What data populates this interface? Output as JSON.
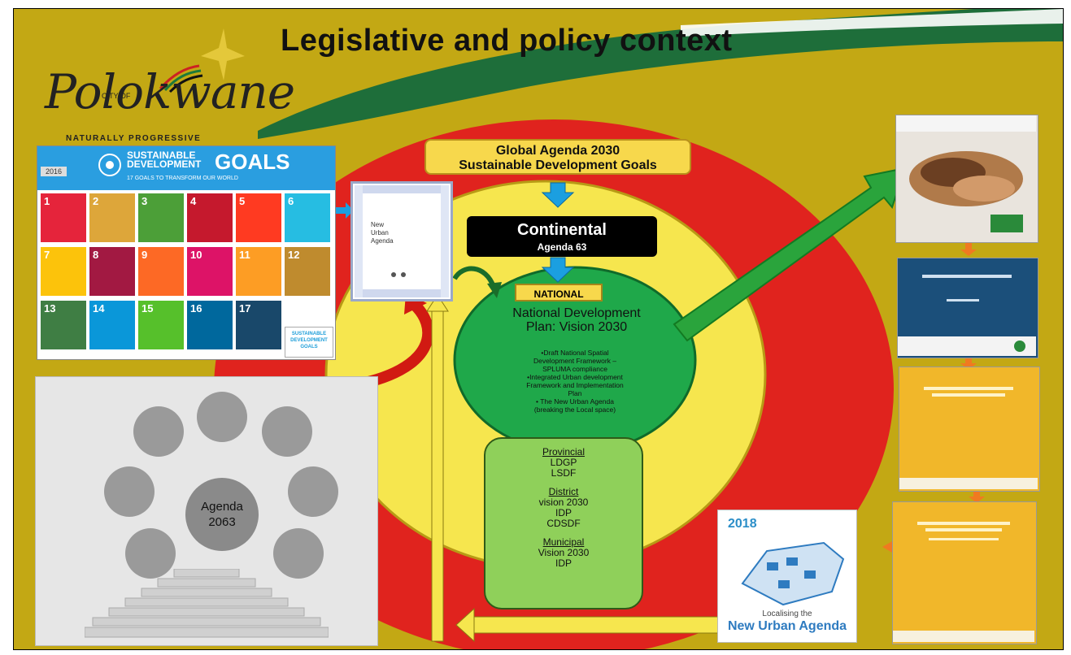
{
  "slide": {
    "title": "Legislative and policy context",
    "logo": {
      "city_of": "CITY OF",
      "wordmark": "Polokwane",
      "tagline": "NATURALLY PROGRESSIVE"
    }
  },
  "hierarchy": {
    "global_line1": "Global Agenda 2030",
    "global_line2": "Sustainable Development Goals",
    "continental_line1": "Continental",
    "continental_line2": "Agenda 63",
    "national_tag": "NATIONAL",
    "national_title_line1": "National Development",
    "national_title_line2": "Plan: Vision 2030",
    "national_bullets": [
      "•Draft National Spatial",
      "Development Framework –",
      "SPLUMA compliance",
      "•Integrated Urban development",
      "Framework and Implementation",
      "Plan",
      "• The New Urban Agenda",
      "(breaking the Local space)"
    ],
    "provincial_heading": "Provincial",
    "provincial_items": [
      "LDGP",
      "LSDF"
    ],
    "district_heading": "District",
    "district_items": [
      "vision 2030",
      "IDP",
      "CDSDF"
    ],
    "municipal_heading": "Municipal",
    "municipal_items": [
      "Vision 2030",
      "IDP"
    ]
  },
  "sdg_panel": {
    "year": "2016",
    "title_line1": "SUSTAINABLE",
    "title_line2": "DEVELOPMENT",
    "goals_word": "GOALS",
    "subtitle": "17 GOALS TO TRANSFORM OUR WORLD",
    "tile_numbers": [
      "1",
      "2",
      "3",
      "4",
      "5",
      "6",
      "7",
      "8",
      "9",
      "10",
      "11",
      "12",
      "13",
      "14",
      "15",
      "16",
      "17"
    ],
    "tile_colors": [
      "#e5243b",
      "#dda63a",
      "#4c9f38",
      "#c5192d",
      "#ff3a21",
      "#26bde2",
      "#fcc30b",
      "#a21942",
      "#fd6925",
      "#dd1367",
      "#fd9d24",
      "#bf8b2e",
      "#3f7e44",
      "#0a97d9",
      "#56c02b",
      "#00689d",
      "#19486a"
    ],
    "closing_badge": "SUSTAINABLE DEVELOPMENT GOALS"
  },
  "nua_cover": {
    "text_line1": "New",
    "text_line2": "Urban",
    "text_line3": "Agenda"
  },
  "agenda_diagram": {
    "center_line1": "Agenda",
    "center_line2": "2063"
  },
  "urban_agenda_2018": {
    "year": "2018",
    "line1": "Localising the",
    "line2": "New Urban Agenda"
  },
  "colors": {
    "background": "#c3a814",
    "outer_ring": "#e0231e",
    "yellow_ring": "#f6e64e",
    "national_ellipse": "#1fa84a",
    "green_arrow": "#2aa43c",
    "brush_stroke": "#1e6e3a",
    "blue_arrow": "#1b9fe0",
    "orange_arrow": "#f07a21"
  }
}
